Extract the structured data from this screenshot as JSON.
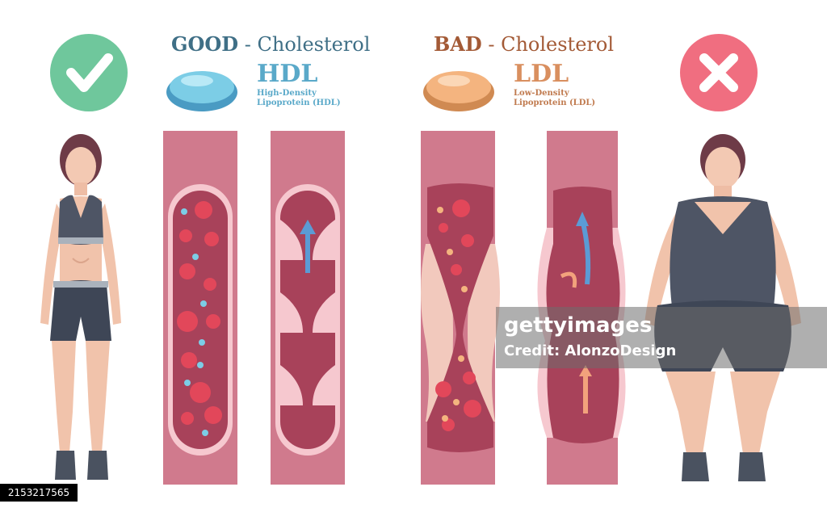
{
  "good": {
    "word": "GOOD",
    "rest": " - Cholesterol",
    "abbr": "HDL",
    "full_line1": "High-Density",
    "full_line2": "Lipoprotein  (HDL)",
    "color": "#3f6f86",
    "accent": "#5aa9c9",
    "badge_color": "#6fc79c",
    "badge_icon": "checkmark-icon"
  },
  "bad": {
    "word": "BAD",
    "rest": " - Cholesterol",
    "abbr": "LDL",
    "full_line1": "Low-Density",
    "full_line2": "Lipoprotein  (LDL)",
    "color": "#a35a36",
    "accent": "#d98f5f",
    "badge_color": "#f06e80",
    "badge_icon": "cross-icon"
  },
  "watermark": {
    "logo": "gettyimages",
    "credit": "Credit: AlonzoDesign"
  },
  "stock_id": "2153217565",
  "colors": {
    "artery_wall": "#d07a8d",
    "vessel_lining": "#f6c8cf",
    "lumen": "#b0485d",
    "red_cell": "#e2475a",
    "arrow_blue": "#5b9bd5",
    "plaque": "#f2c9bd"
  }
}
